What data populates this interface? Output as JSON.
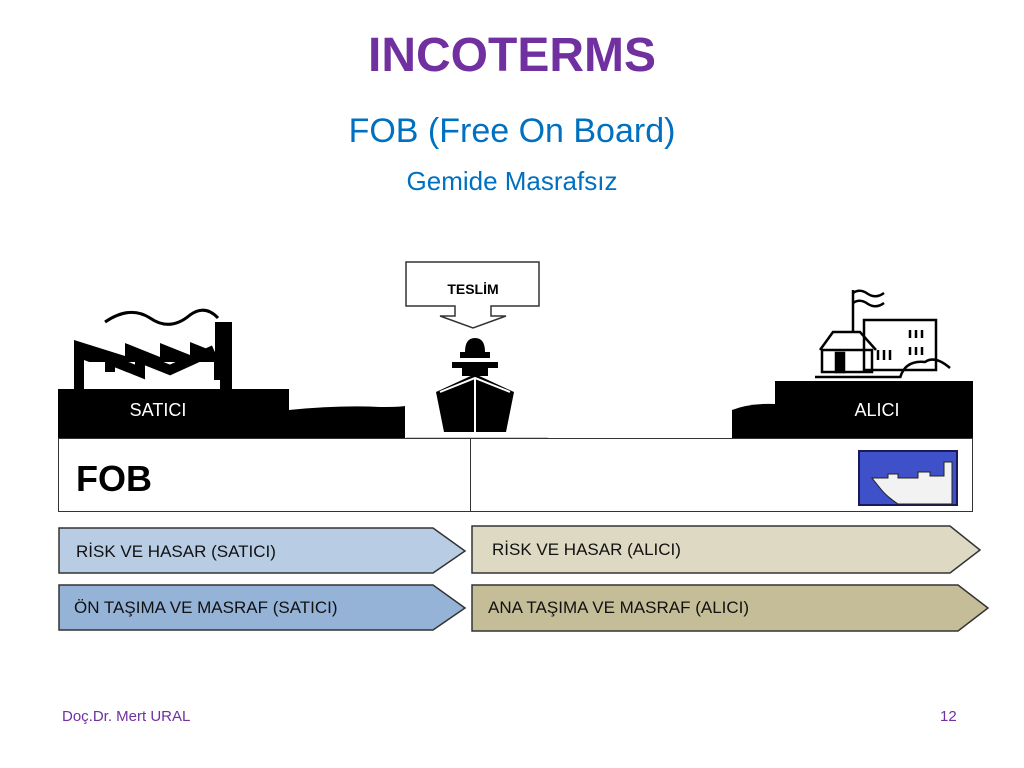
{
  "slide": {
    "title": "INCOTERMS",
    "subtitle": "FOB (Free On Board)",
    "subtitle2": "Gemide Masrafsız"
  },
  "diagram": {
    "delivery_label": "TESLİM",
    "seller_label": "SATICI",
    "buyer_label": "ALICI",
    "term_code": "FOB",
    "icons": [
      "factory-icon",
      "ship-icon",
      "buyer-building-icon",
      "sea-ship-badge-icon"
    ]
  },
  "bars": [
    {
      "label": "RİSK VE HASAR (SATICI)",
      "color": "#b8cce4",
      "party": "seller"
    },
    {
      "label": "RİSK VE HASAR (ALICI)",
      "color": "#ddd9c3",
      "party": "buyer"
    },
    {
      "label": "ÖN TAŞIMA VE MASRAF (SATICI)",
      "color": "#95b3d7",
      "party": "seller"
    },
    {
      "label": "ANA TAŞIMA VE MASRAF (ALICI)",
      "color": "#c4bd97",
      "party": "buyer"
    }
  ],
  "footer": {
    "author": "Doç.Dr. Mert URAL",
    "page_number": "12"
  }
}
